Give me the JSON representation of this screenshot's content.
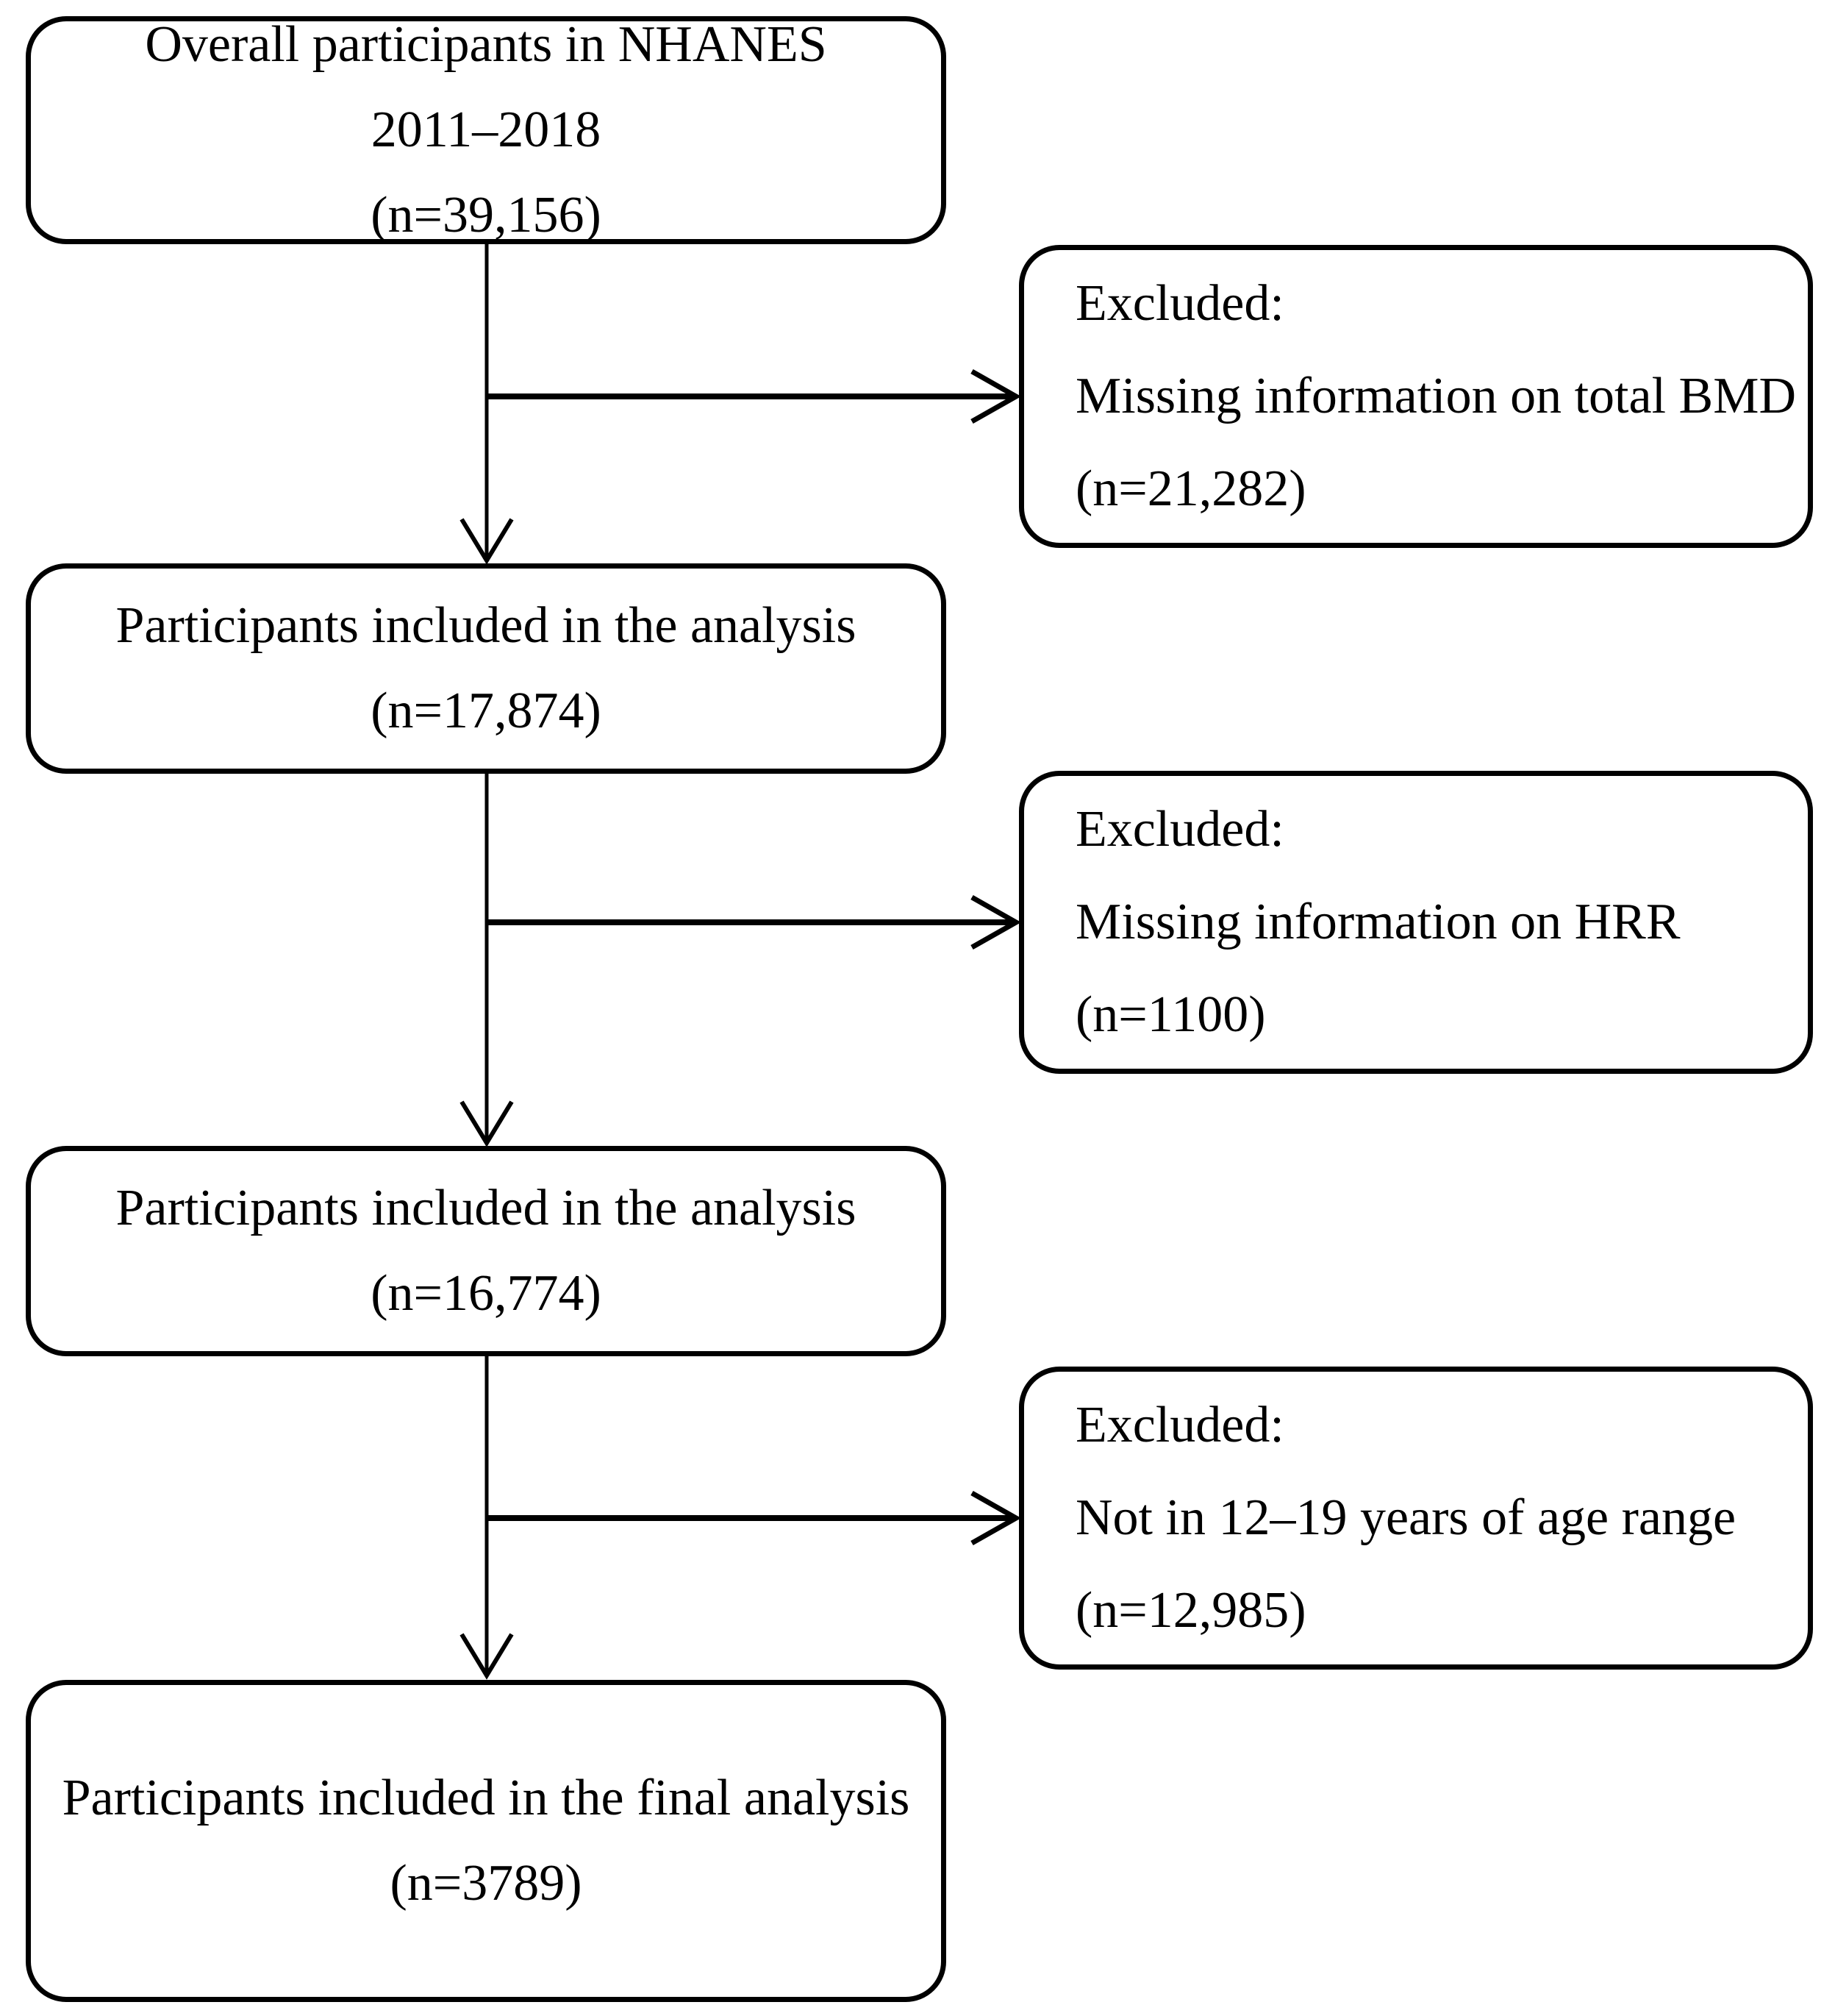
{
  "diagram": {
    "type": "flowchart",
    "background_color": "#ffffff",
    "line_color": "#000000",
    "nodes": {
      "overall": {
        "lines": [
          "Overall participants in NHANES",
          "2011–2018",
          "(n=39,156)"
        ]
      },
      "included1": {
        "lines": [
          "Participants included in the analysis",
          "(n=17,874)"
        ]
      },
      "included2": {
        "lines": [
          "Participants included in the analysis",
          "(n=16,774)"
        ]
      },
      "final": {
        "lines": [
          "Participants included in the final analysis",
          "(n=3789)"
        ]
      },
      "excluded1": {
        "lines": [
          "Excluded:",
          "Missing information on total BMD",
          "(n=21,282)"
        ]
      },
      "excluded2": {
        "lines": [
          "Excluded:",
          "Missing information on HRR",
          "(n=1100)"
        ]
      },
      "excluded3": {
        "lines": [
          "Excluded:",
          "Not in 12–19 years of age range",
          "(n=12,985)"
        ]
      }
    }
  }
}
